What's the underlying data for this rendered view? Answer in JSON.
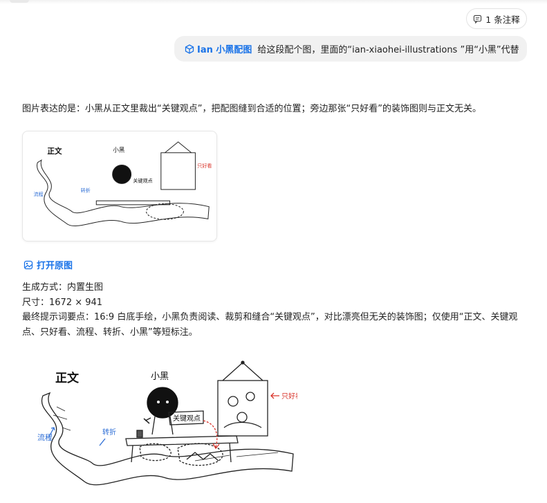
{
  "comment_button": {
    "label": "1 条注释",
    "icon": "comment-icon"
  },
  "user_message": {
    "skill_label": "Ian 小黑配图",
    "skill_icon": "cube-icon",
    "text": "给这段配个图，里面的“ian-xiaohei-illustrations ”用“小黑”代替"
  },
  "response": {
    "description": "图片表达的是：小黑从正文里裁出“关键观点”，把配图缝到合适的位置；旁边那张“只好看”的装饰图则与正文无关。",
    "open_original_label": "打开原图",
    "open_original_icon": "image-icon",
    "meta": {
      "generation_method": "生成方式：内置生图",
      "size": "尺寸：1672 × 941",
      "prompt_points": "最终提示词要点：16:9 白底手绘，小黑负责阅读、裁剪和缝合“关键观点”，对比漂亮但无关的装饰图；仅使用“正文、关键观点、只好看、流程、转折、小黑”等短标注。"
    }
  },
  "illustration": {
    "label_body": "正文",
    "label_xiaohei": "小黑",
    "label_pretty": "只好看",
    "label_flow": "流程",
    "label_turn": "转折",
    "label_key": "关键观点",
    "accent_red": "#d9342b",
    "accent_blue": "#2f6fd6"
  }
}
